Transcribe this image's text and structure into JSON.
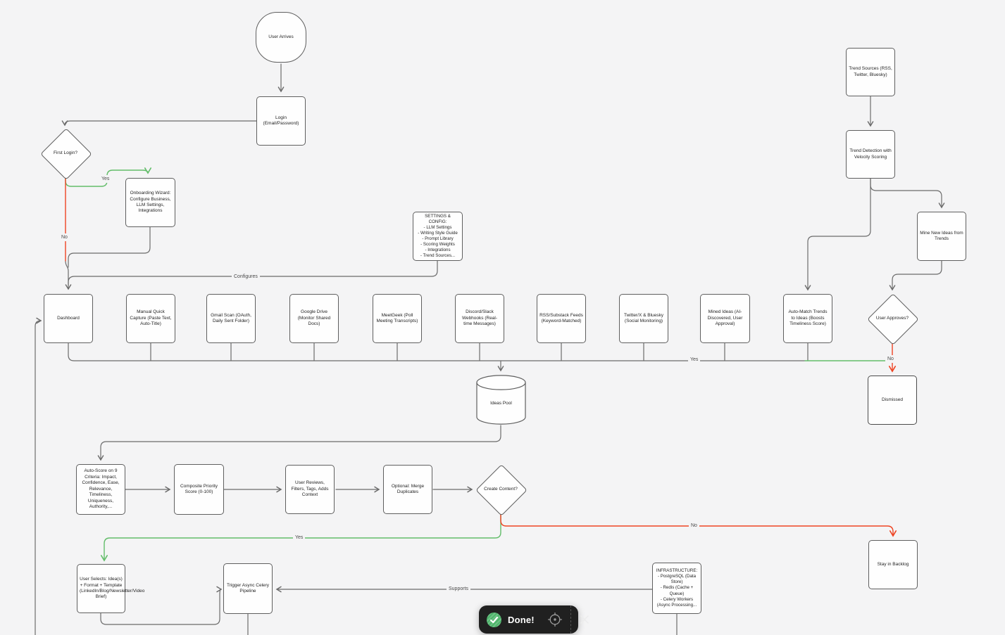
{
  "canvas": {
    "background": "#f4f4f5"
  },
  "colors": {
    "line": "#6b6b6b",
    "accent_green": "#63bd6a",
    "accent_red": "#ee4423",
    "node_border": "#5f5f5f",
    "toolbar_bg": "#202020",
    "done_badge_green": "#4db36a"
  },
  "nodes": {
    "user_arrives": {
      "label": "User Arrives"
    },
    "login": {
      "label": "Login (Email/Password)"
    },
    "first_login": {
      "label": "First Login?"
    },
    "onboarding": {
      "label": "Onboarding Wizard: Configure Business, LLM Settings, Integrations"
    },
    "settings": {
      "label": "SETTINGS & CONFIG:\n- LLM Settings\n- Writing Style Guide\n- Prompt Library\n- Scoring Weights\n- Integrations\n- Trend Sources..."
    },
    "dashboard": {
      "label": "Dashboard"
    },
    "manual_quick_capture": {
      "label": "Manual Quick Capture (Paste Text, Auto-Title)"
    },
    "gmail_scan": {
      "label": "Gmail Scan (OAuth, Daily Sent Folder)"
    },
    "google_drive": {
      "label": "Google Drive (Monitor Shared Docs)"
    },
    "meetgeek": {
      "label": "MeetGeek (Poll Meeting Transcripts)"
    },
    "discord_slack": {
      "label": "Discord/Slack Webhooks (Real-time Messages)"
    },
    "rss_feeds": {
      "label": "RSS/Substack Feeds (Keyword-Matched)"
    },
    "twitter_bluesky": {
      "label": "Twitter/X & Bluesky (Social Monitoring)"
    },
    "mined_ideas": {
      "label": "Mined Ideas (AI-Discovered, User Approval)"
    },
    "auto_match": {
      "label": "Auto-Match Trends to Ideas (Boosts Timeliness Score)"
    },
    "user_approves": {
      "label": "User Approves?"
    },
    "trend_sources": {
      "label": "Trend Sources (RSS, Twitter, Bluesky)"
    },
    "trend_detection": {
      "label": "Trend Detection with Velocity Scoring"
    },
    "mine_new_ideas": {
      "label": "Mine New Ideas from Trends"
    },
    "ideas_pool": {
      "label": "Ideas Pool"
    },
    "dismissed": {
      "label": "Dismissed"
    },
    "auto_score": {
      "label": "Auto-Score on 9 Criteria: Impact, Confidence, Ease, Relevance, Timeliness, Uniqueness, Authority,..."
    },
    "composite_score": {
      "label": "Composite Priority Score (0-100)"
    },
    "user_reviews": {
      "label": "User Reviews, Filters, Tags, Adds Context"
    },
    "merge_duplicates": {
      "label": "Optional: Merge Duplicates"
    },
    "create_content": {
      "label": "Create Content?"
    },
    "stay_backlog": {
      "label": "Stay in Backlog"
    },
    "user_selects": {
      "label": "User Selects: Idea(s) + Format + Template (LinkedIn/Blog/Newsletter/Video Brief)"
    },
    "trigger_async": {
      "label": "Trigger Async Celery Pipeline"
    },
    "infrastructure": {
      "label": "INFRASTRUCTURE:\n- PostgreSQL (Data Store)\n- Redis (Cache + Queue)\n- Celery Workers\n(Async Processing..."
    }
  },
  "edge_labels": {
    "first_login_yes": "Yes",
    "first_login_no": "No",
    "configures": "Configures",
    "approves_yes": "Yes",
    "approves_no": "No",
    "create_yes": "Yes",
    "create_no": "No",
    "supports": "Supports"
  },
  "toolbar": {
    "done_label": "Done!",
    "check_icon": "checkmark-in-green-circle",
    "locate_icon": "crosshair-locate",
    "close_icon": "x-close"
  }
}
